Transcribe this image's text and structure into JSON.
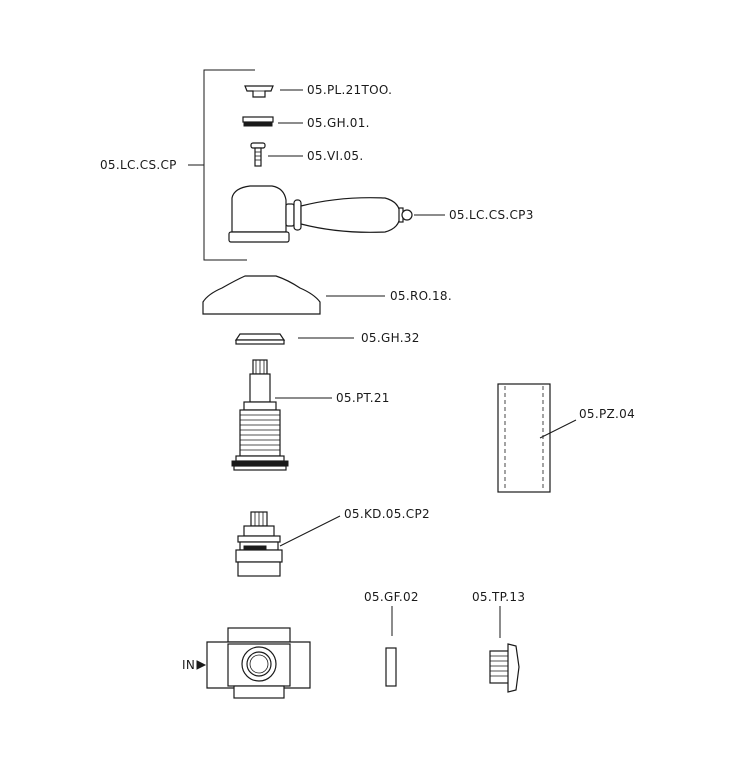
{
  "labels": {
    "group": "05.LC.CS.CP",
    "cap": "05.PL.21TOO.",
    "gasket_top": "05.GH.01.",
    "screw": "05.VI.05.",
    "lever": "05.LC.CS.CP3",
    "rosette": "05.RO.18.",
    "gasket_base": "05.GH.32",
    "spindle": "05.PT.21",
    "sleeve": "05.PZ.04",
    "cartridge": "05.KD.05.CP2",
    "gasket_flat": "05.GF.02",
    "plug": "05.TP.13",
    "inlet": "IN"
  },
  "icons": {
    "inlet_arrow": "right-triangle-arrow-icon"
  }
}
